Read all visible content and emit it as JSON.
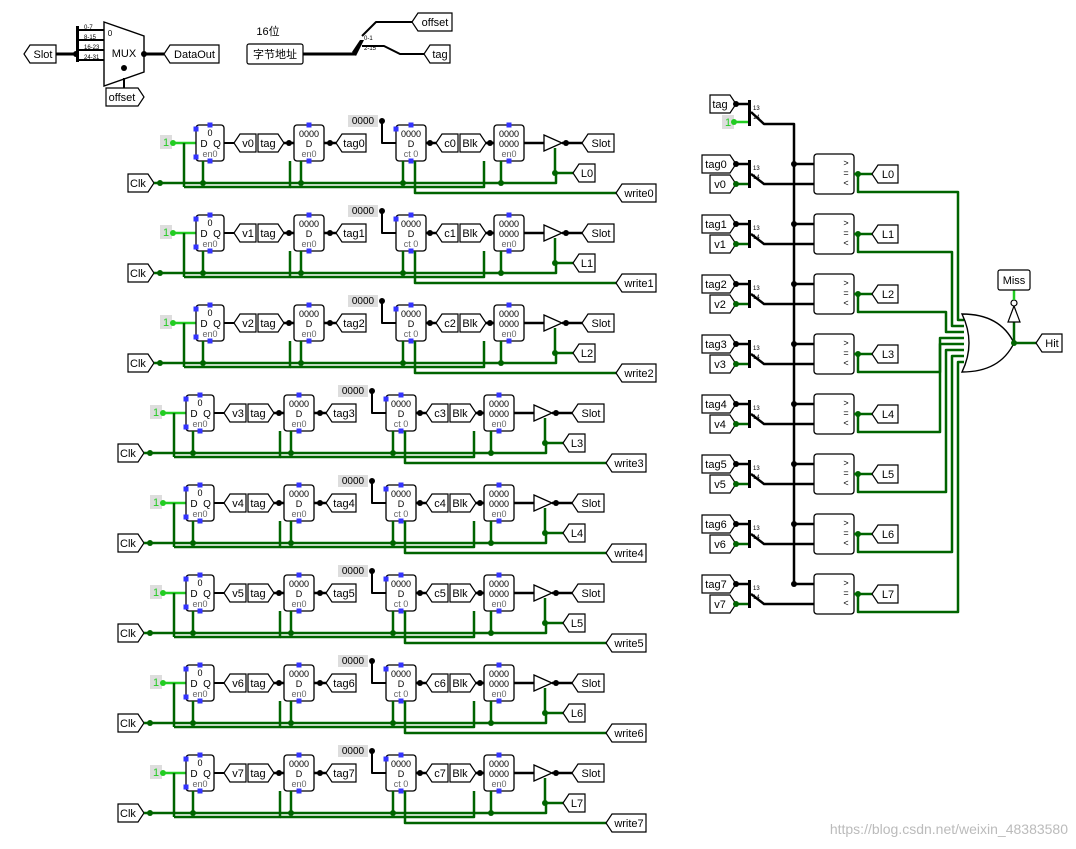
{
  "header": {
    "slot_label": "Slot",
    "mux_label": "MUX",
    "mux_inputs": [
      "0-7",
      "8-15",
      "16-23",
      "24-31"
    ],
    "mux_select": "0",
    "dataout_label": "DataOut",
    "offset_label": "offset",
    "bits_caption": "16位",
    "addr_label": "字节地址",
    "split_ranges": [
      "0-1",
      "2-15"
    ],
    "split_offset_label": "offset",
    "split_tag_label": "tag"
  },
  "rows": [
    {
      "const": "1",
      "v": "v0",
      "tag_in": "tag",
      "tag_out": "tag0",
      "init": "0000",
      "c": "c0",
      "blk": "Blk",
      "slot": "Slot",
      "line": "L0",
      "write": "write0"
    },
    {
      "const": "1",
      "v": "v1",
      "tag_in": "tag",
      "tag_out": "tag1",
      "init": "0000",
      "c": "c1",
      "blk": "Blk",
      "slot": "Slot",
      "line": "L1",
      "write": "write1"
    },
    {
      "const": "1",
      "v": "v2",
      "tag_in": "tag",
      "tag_out": "tag2",
      "init": "0000",
      "c": "c2",
      "blk": "Blk",
      "slot": "Slot",
      "line": "L2",
      "write": "write2"
    },
    {
      "const": "1",
      "v": "v3",
      "tag_in": "tag",
      "tag_out": "tag3",
      "init": "0000",
      "c": "c3",
      "blk": "Blk",
      "slot": "Slot",
      "line": "L3",
      "write": "write3"
    },
    {
      "const": "1",
      "v": "v4",
      "tag_in": "tag",
      "tag_out": "tag4",
      "init": "0000",
      "c": "c4",
      "blk": "Blk",
      "slot": "Slot",
      "line": "L4",
      "write": "write4"
    },
    {
      "const": "1",
      "v": "v5",
      "tag_in": "tag",
      "tag_out": "tag5",
      "init": "0000",
      "c": "c5",
      "blk": "Blk",
      "slot": "Slot",
      "line": "L5",
      "write": "write5"
    },
    {
      "const": "1",
      "v": "v6",
      "tag_in": "tag",
      "tag_out": "tag6",
      "init": "0000",
      "c": "c6",
      "blk": "Blk",
      "slot": "Slot",
      "line": "L6",
      "write": "write6"
    },
    {
      "const": "1",
      "v": "v7",
      "tag_in": "tag",
      "tag_out": "tag7",
      "init": "0000",
      "c": "c7",
      "blk": "Blk",
      "slot": "Slot",
      "line": "L7",
      "write": "write7"
    }
  ],
  "clk_label": "Clk",
  "dff": {
    "zero": "0",
    "d": "D",
    "q": "Q",
    "en": "en",
    "en_val": "0"
  },
  "reg": {
    "val": "0000",
    "en": "en",
    "en_val": "0"
  },
  "counter": {
    "val": "0000",
    "ct": "ct",
    "ct_val": "0"
  },
  "compare": {
    "tag_label": "tag",
    "const_one": "1",
    "bits": [
      "13",
      "14"
    ],
    "symbols": [
      ">",
      "=",
      "<"
    ],
    "entries": [
      {
        "tag": "tag0",
        "v": "v0",
        "line": "L0"
      },
      {
        "tag": "tag1",
        "v": "v1",
        "line": "L1"
      },
      {
        "tag": "tag2",
        "v": "v2",
        "line": "L2"
      },
      {
        "tag": "tag3",
        "v": "v3",
        "line": "L3"
      },
      {
        "tag": "tag4",
        "v": "v4",
        "line": "L4"
      },
      {
        "tag": "tag5",
        "v": "v5",
        "line": "L5"
      },
      {
        "tag": "tag6",
        "v": "v6",
        "line": "L6"
      },
      {
        "tag": "tag7",
        "v": "v7",
        "line": "L7"
      }
    ],
    "miss_label": "Miss",
    "hit_label": "Hit"
  },
  "watermark": "https://blog.csdn.net/weixin_48383580",
  "colors": {
    "wire_on": "#006400",
    "wire_bright": "#22cc22",
    "wire_data": "#000000",
    "pin": "#3333ff",
    "const_bg": "#dddddd"
  }
}
